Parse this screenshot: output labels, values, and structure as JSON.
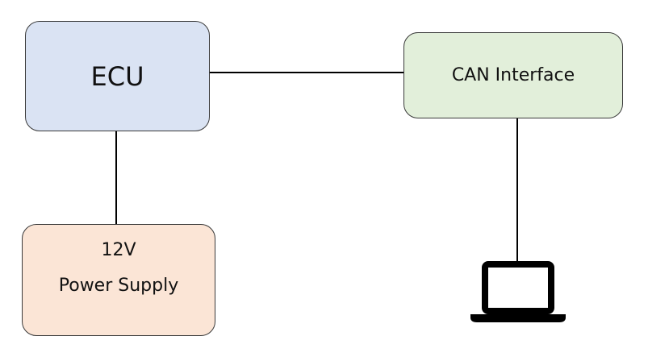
{
  "nodes": {
    "ecu": {
      "label": "ECU",
      "fill": "#dae3f3"
    },
    "can_interface": {
      "label": "CAN Interface",
      "fill": "#e2efda"
    },
    "power_supply": {
      "line1": "12V",
      "line2": "Power Supply",
      "fill": "#fbe5d6"
    }
  },
  "connections": [
    {
      "from": "ECU",
      "to": "CAN Interface"
    },
    {
      "from": "ECU",
      "to": "Power Supply"
    },
    {
      "from": "CAN Interface",
      "to": "laptop"
    }
  ],
  "icons": {
    "laptop": "laptop-icon"
  },
  "colors": {
    "line": "#000000",
    "border": "#3a3a3a"
  }
}
